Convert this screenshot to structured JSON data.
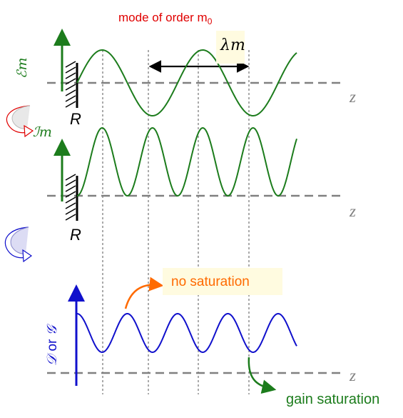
{
  "title": {
    "text": "mode of order m",
    "subscript": "0"
  },
  "labels": {
    "field_axis": "ℰm",
    "intensity_axis": "ℐm",
    "lower_axis_prefix": "𝒟",
    "lower_axis_or": " or ",
    "lower_axis_suffix": "𝒢",
    "wavelength": "λm",
    "mirror_1": "R",
    "mirror_2": "R",
    "z_1": "z",
    "z_2": "z",
    "z_3": "z",
    "no_saturation": "no saturation",
    "gain_saturation": "gain saturation"
  },
  "colors": {
    "title": "#e00000",
    "field": "#1c7c1c",
    "lower": "#1010cc",
    "axis_dash": "#808080",
    "callout_orange": "#ff6a00",
    "callout_green": "#1c7c1c",
    "box_fill": "#fffbe0"
  },
  "icons": {
    "cycle_arrow_1": "curved-arrow-red-icon",
    "cycle_arrow_2": "curved-arrow-blue-icon",
    "mirror": "hatched-mirror-icon"
  }
}
